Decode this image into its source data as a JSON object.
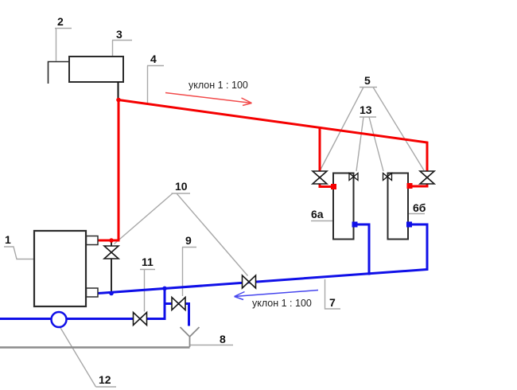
{
  "diagram_title": "heating-system-piping-schematic",
  "callouts": {
    "c1": "1",
    "c2": "2",
    "c3": "3",
    "c4": "4",
    "c5": "5",
    "c6a": "6а",
    "c6b": "6б",
    "c7": "7",
    "c8": "8",
    "c9": "9",
    "c10": "10",
    "c11": "11",
    "c12": "12",
    "c13": "13"
  },
  "annotations": {
    "supply_slope": "уклон 1 : 100",
    "return_slope": "уклон 1 : 100"
  },
  "colors": {
    "supply_pipe": "#f50000",
    "return_pipe": "#1010e8",
    "leader": "#a8a8a8",
    "drain": "#8c8c8c",
    "outline": "#2b2b2b"
  }
}
